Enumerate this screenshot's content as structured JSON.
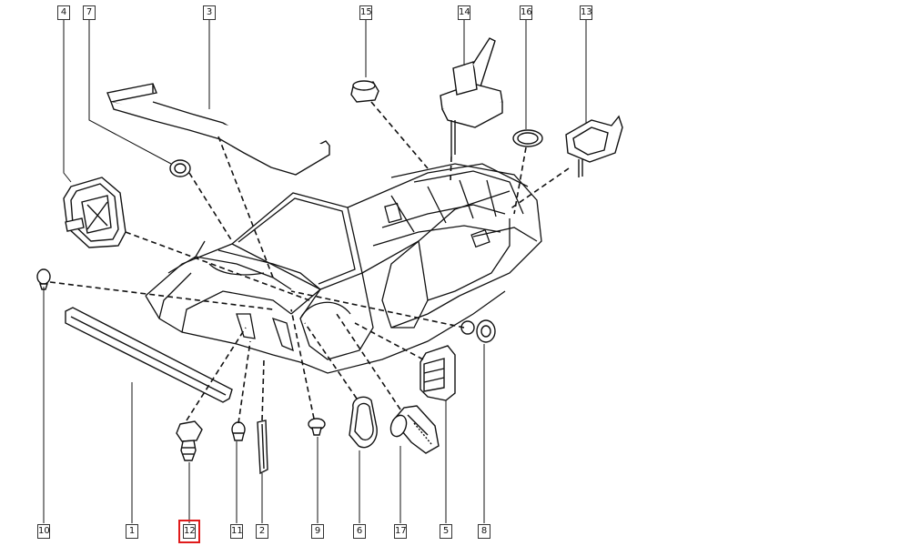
{
  "callouts": {
    "c1": "1",
    "c2": "2",
    "c3": "3",
    "c4": "4",
    "c5": "5",
    "c6": "6",
    "c7": "7",
    "c8": "8",
    "c9": "9",
    "c10": "10",
    "c11": "11",
    "c12": "12",
    "c13": "13",
    "c14": "14",
    "c15": "15",
    "c16": "16",
    "c17": "17"
  },
  "highlighted_callout": "12",
  "colors": {
    "line": "#111111",
    "highlight": "#e01b1b",
    "background": "#ffffff"
  }
}
